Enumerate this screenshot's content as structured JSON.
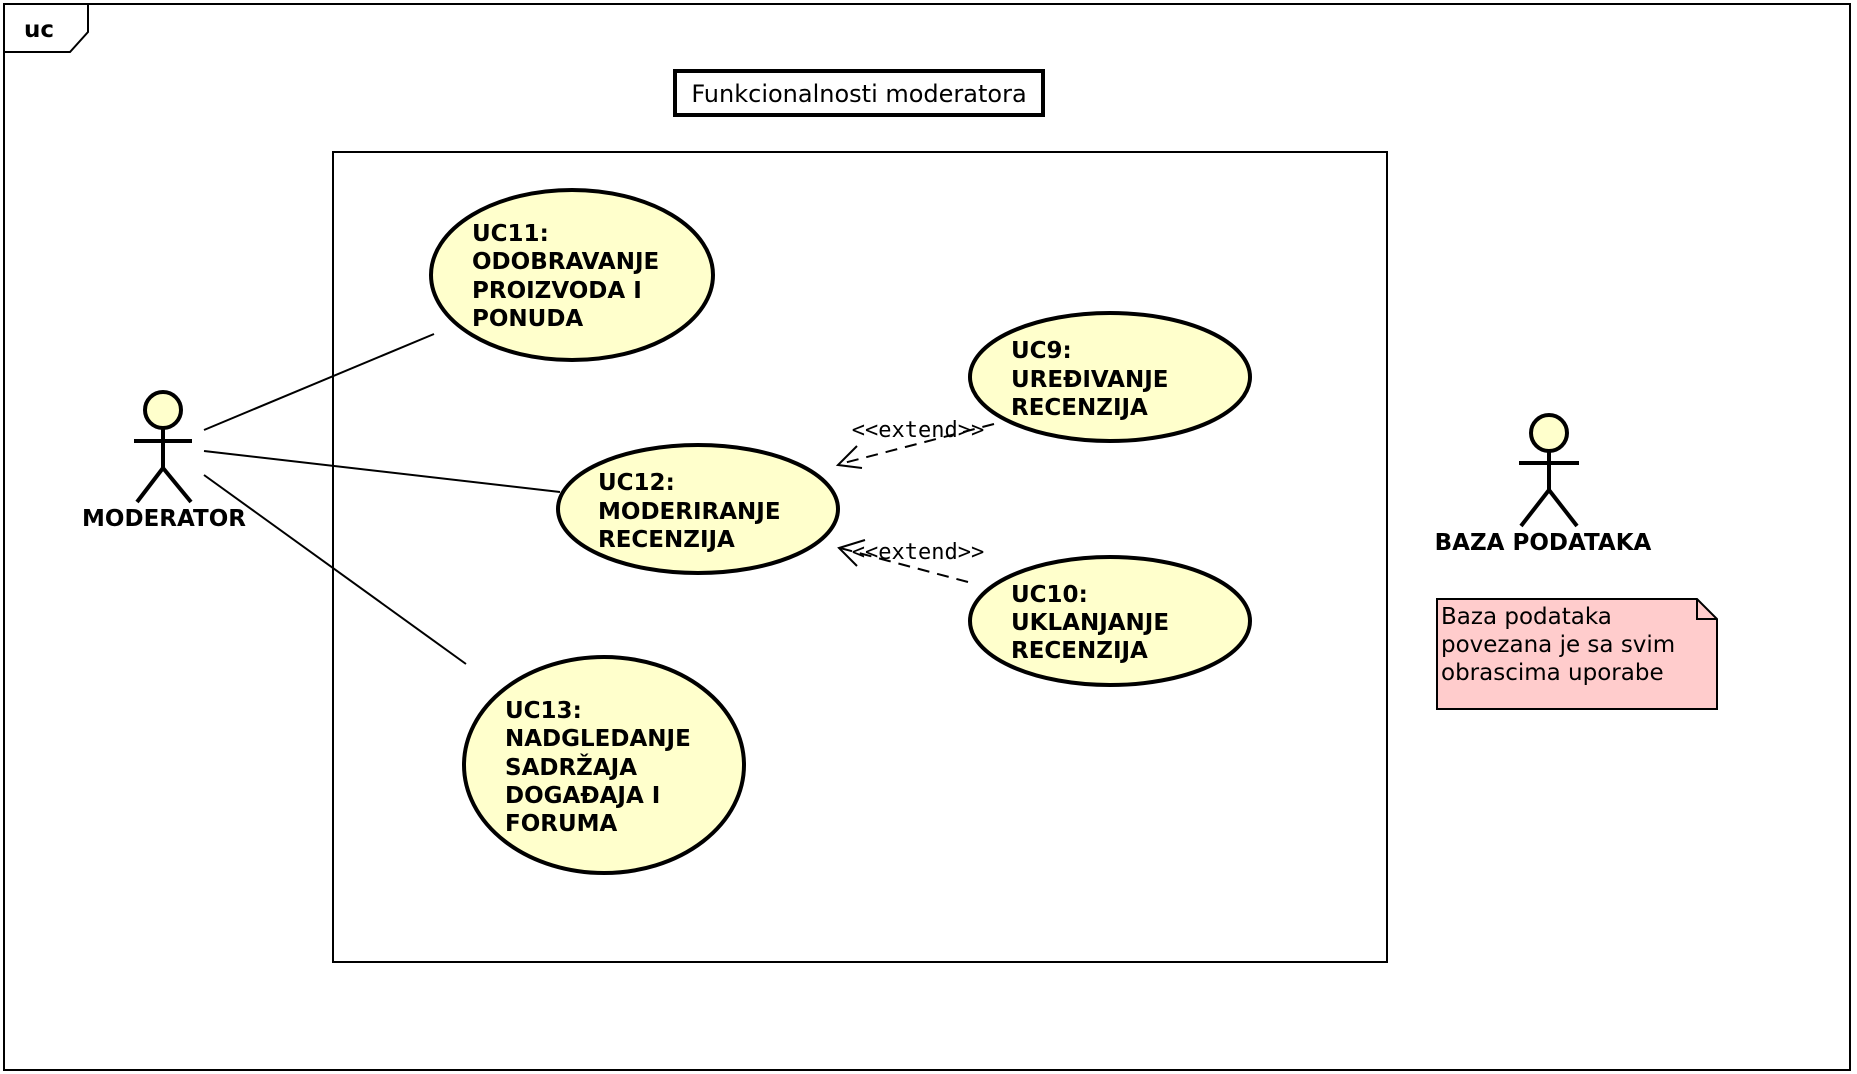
{
  "frame": {
    "tag": "uc"
  },
  "title": "Funkcionalnosti moderatora",
  "actors": {
    "moderator": {
      "name": "MODERATOR"
    },
    "database": {
      "name": "BAZA PODATAKA"
    }
  },
  "use_cases": {
    "uc11": {
      "lines": [
        "UC11:",
        "ODOBRAVANJE",
        "PROIZVODA I",
        "PONUDA"
      ]
    },
    "uc12": {
      "lines": [
        "UC12:",
        "MODERIRANJE",
        "RECENZIJA"
      ]
    },
    "uc13": {
      "lines": [
        "UC13:",
        "NADGLEDANJE",
        "SADRŽAJA",
        "DOGAĐAJA I",
        "FORUMA"
      ]
    },
    "uc9": {
      "lines": [
        "UC9:",
        "UREĐIVANJE",
        "RECENZIJA"
      ]
    },
    "uc10": {
      "lines": [
        "UC10:",
        "UKLANJANJE",
        "RECENZIJA"
      ]
    }
  },
  "relations": {
    "extend_uc9": "<<extend>>",
    "extend_uc10": "<<extend>>"
  },
  "note": {
    "lines": [
      "Baza podataka",
      "povezana je sa svim",
      "obrascima uporabe"
    ]
  },
  "colors": {
    "use_case_fill": "#FFFFCC",
    "note_fill": "#FFCCCC",
    "stroke": "#000000"
  }
}
